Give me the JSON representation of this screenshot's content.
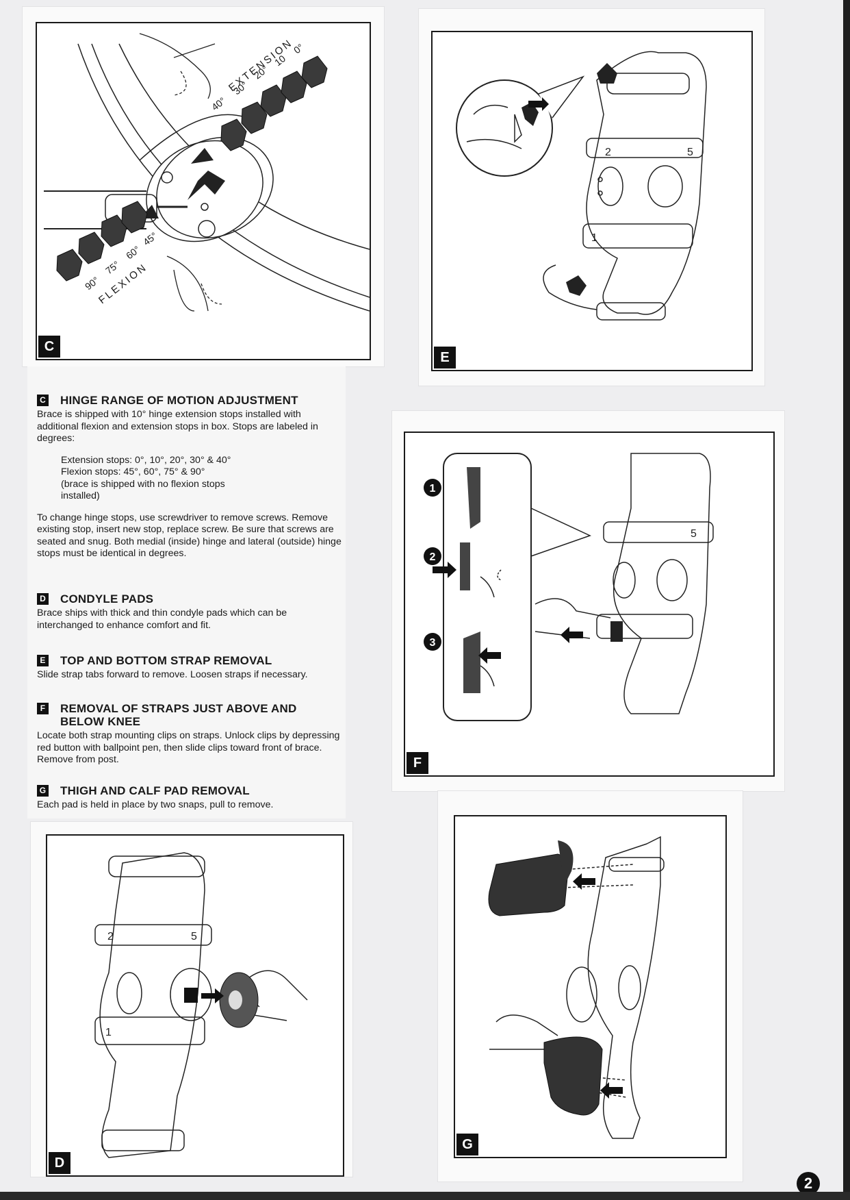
{
  "page_number": "2",
  "figures": {
    "c": {
      "tag": "C",
      "extension_word": "EXTENSION",
      "flexion_word": "FLEXION",
      "extension_degrees": [
        "40°",
        "30°",
        "20°",
        "10",
        "0°"
      ],
      "flexion_degrees": [
        "90°",
        "75°",
        "60°",
        "45°"
      ]
    },
    "e": {
      "tag": "E"
    },
    "f": {
      "tag": "F",
      "steps": [
        "1",
        "2",
        "3"
      ]
    },
    "d": {
      "tag": "D"
    },
    "g": {
      "tag": "G"
    }
  },
  "strap_numbers": {
    "two": "2",
    "five": "5",
    "one": "1"
  },
  "sections": {
    "c": {
      "letter": "C",
      "title": "HINGE RANGE OF MOTION ADJUSTMENT",
      "intro": "Brace is shipped with 10° hinge extension stops installed with additional flexion and extension stops in box. Stops are labeled in degrees:",
      "ext_line": "Extension stops: 0°, 10°, 20°, 30° & 40°",
      "flex_line": "Flexion stops:  45°, 60°, 75° & 90°",
      "note_line": "(brace is shipped with no flexion stops installed)",
      "instructions": "To change hinge stops, use screwdriver to remove screws. Remove existing stop, insert new stop, replace screw. Be sure that screws are seated and snug. Both medial (inside) hinge and lateral (outside) hinge stops must be identical in degrees."
    },
    "d": {
      "letter": "D",
      "title": "CONDYLE PADS",
      "body": "Brace ships with thick and thin condyle pads which can be interchanged to enhance comfort and fit."
    },
    "e": {
      "letter": "E",
      "title": "TOP AND BOTTOM STRAP REMOVAL",
      "body": "Slide strap tabs forward to remove. Loosen straps if necessary."
    },
    "f": {
      "letter": "F",
      "title_line1": "REMOVAL OF STRAPS JUST ABOVE AND",
      "title_line2": "BELOW KNEE",
      "body": "Locate both strap mounting clips on straps. Unlock clips by depressing red button with ballpoint pen, then slide clips toward front of brace. Remove from post."
    },
    "g": {
      "letter": "G",
      "title": "THIGH AND CALF PAD REMOVAL",
      "body": "Each pad is held in place by two snaps, pull to remove."
    }
  }
}
